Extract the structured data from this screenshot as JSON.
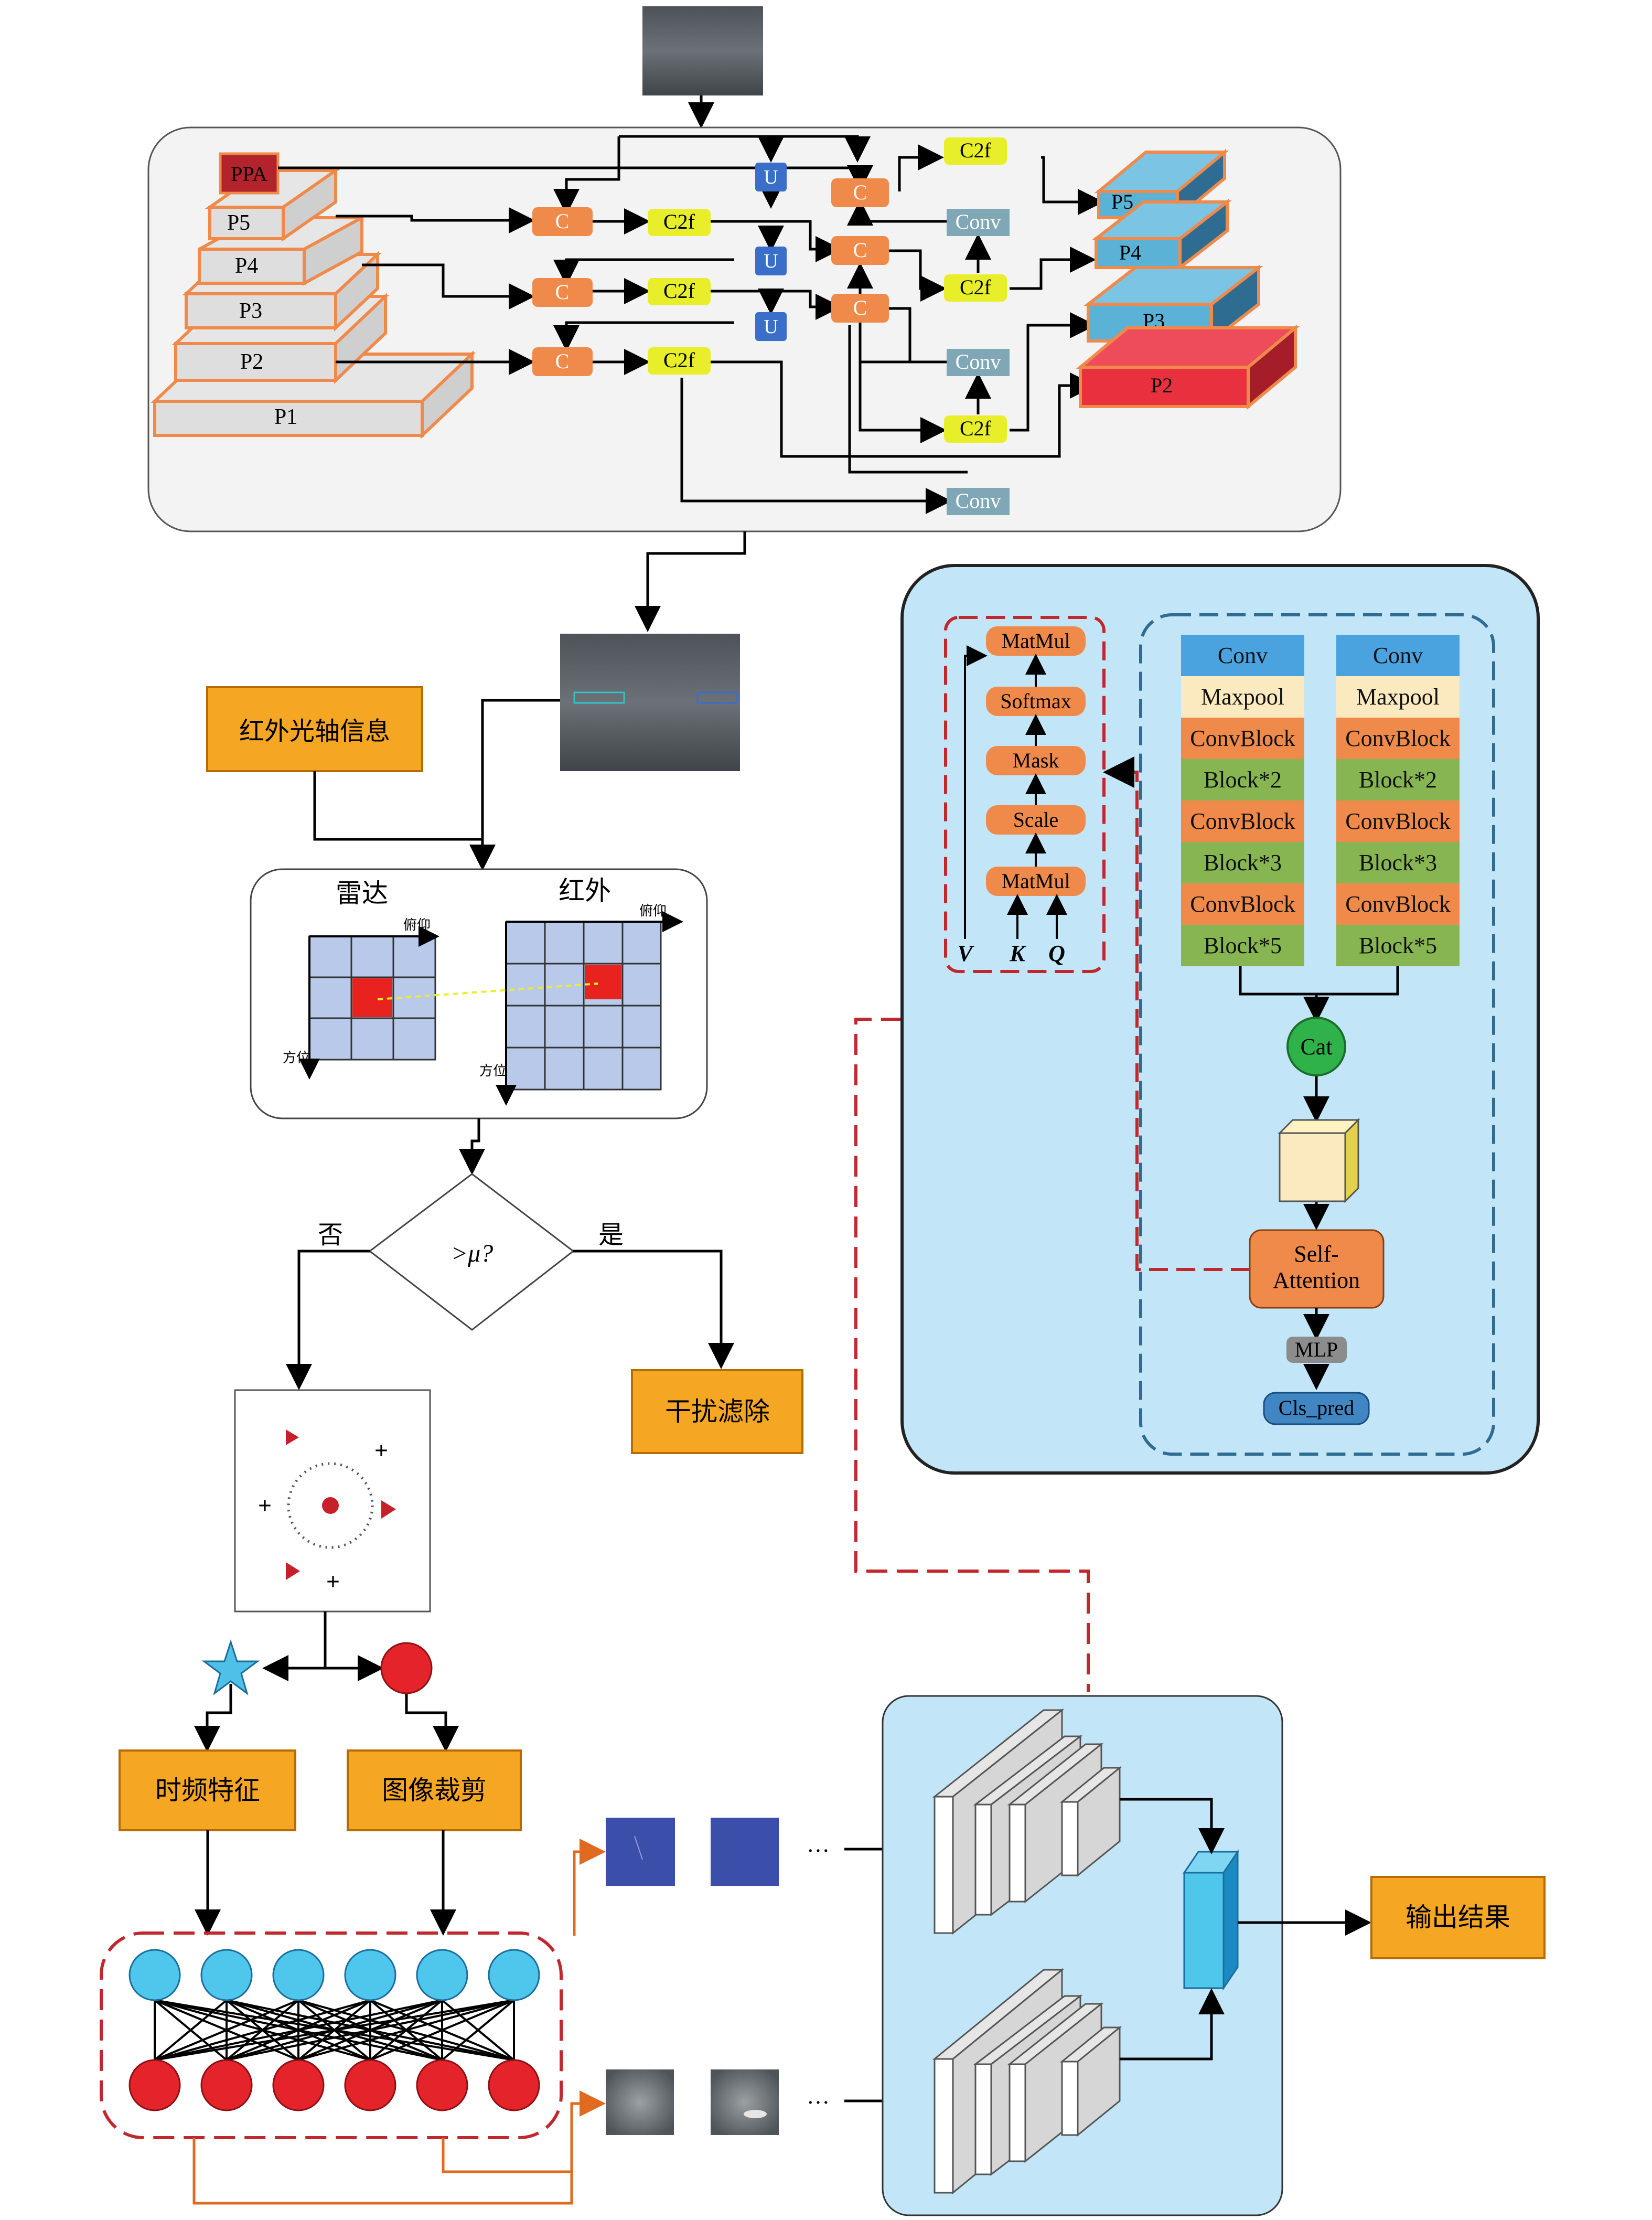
{
  "backbone": {
    "levels": [
      "P1",
      "P2",
      "P3",
      "P4",
      "P5"
    ],
    "ppa": "PPA",
    "concat": "C",
    "c2f": "C2f",
    "upsample": "U",
    "conv": "Conv",
    "outputs": [
      "P5",
      "P4",
      "P3",
      "P2"
    ]
  },
  "flow": {
    "ir_info": "红外光轴信息",
    "radar": "雷达",
    "infrared": "红外",
    "pitch": "俯仰",
    "azimuth": "方位",
    "decision": ">μ?",
    "no": "否",
    "yes": "是",
    "interference": "干扰滤除",
    "time_freq": "时频特征",
    "crop": "图像裁剪",
    "output": "输出结果",
    "ellipsis": "…"
  },
  "attention": {
    "ops": [
      "MatMul",
      "Softmax",
      "Mask",
      "Scale",
      "MatMul"
    ],
    "inputs": [
      "V",
      "K",
      "Q"
    ]
  },
  "branch": {
    "layers": [
      "Conv",
      "Maxpool",
      "ConvBlock",
      "Block*2",
      "ConvBlock",
      "Block*3",
      "ConvBlock",
      "Block*5"
    ],
    "cat": "Cat",
    "self_attention": [
      "Self-",
      "Attention"
    ],
    "mlp": "MLP",
    "cls": "Cls_pred"
  },
  "colors": {
    "orange": "#f08a4b",
    "yellow": "#e8ef2a",
    "blue_u": "#3a6fc9",
    "conv_gray": "#7fa7b5",
    "red_out": "#e8303f",
    "teal_out": "#5ab2d6",
    "panel_blue": "#c2e6f7",
    "label_orange": "#f5a623",
    "block_green": "#86b552",
    "conv_blue": "#4aa3df",
    "maxpool": "#fbe9bf"
  }
}
